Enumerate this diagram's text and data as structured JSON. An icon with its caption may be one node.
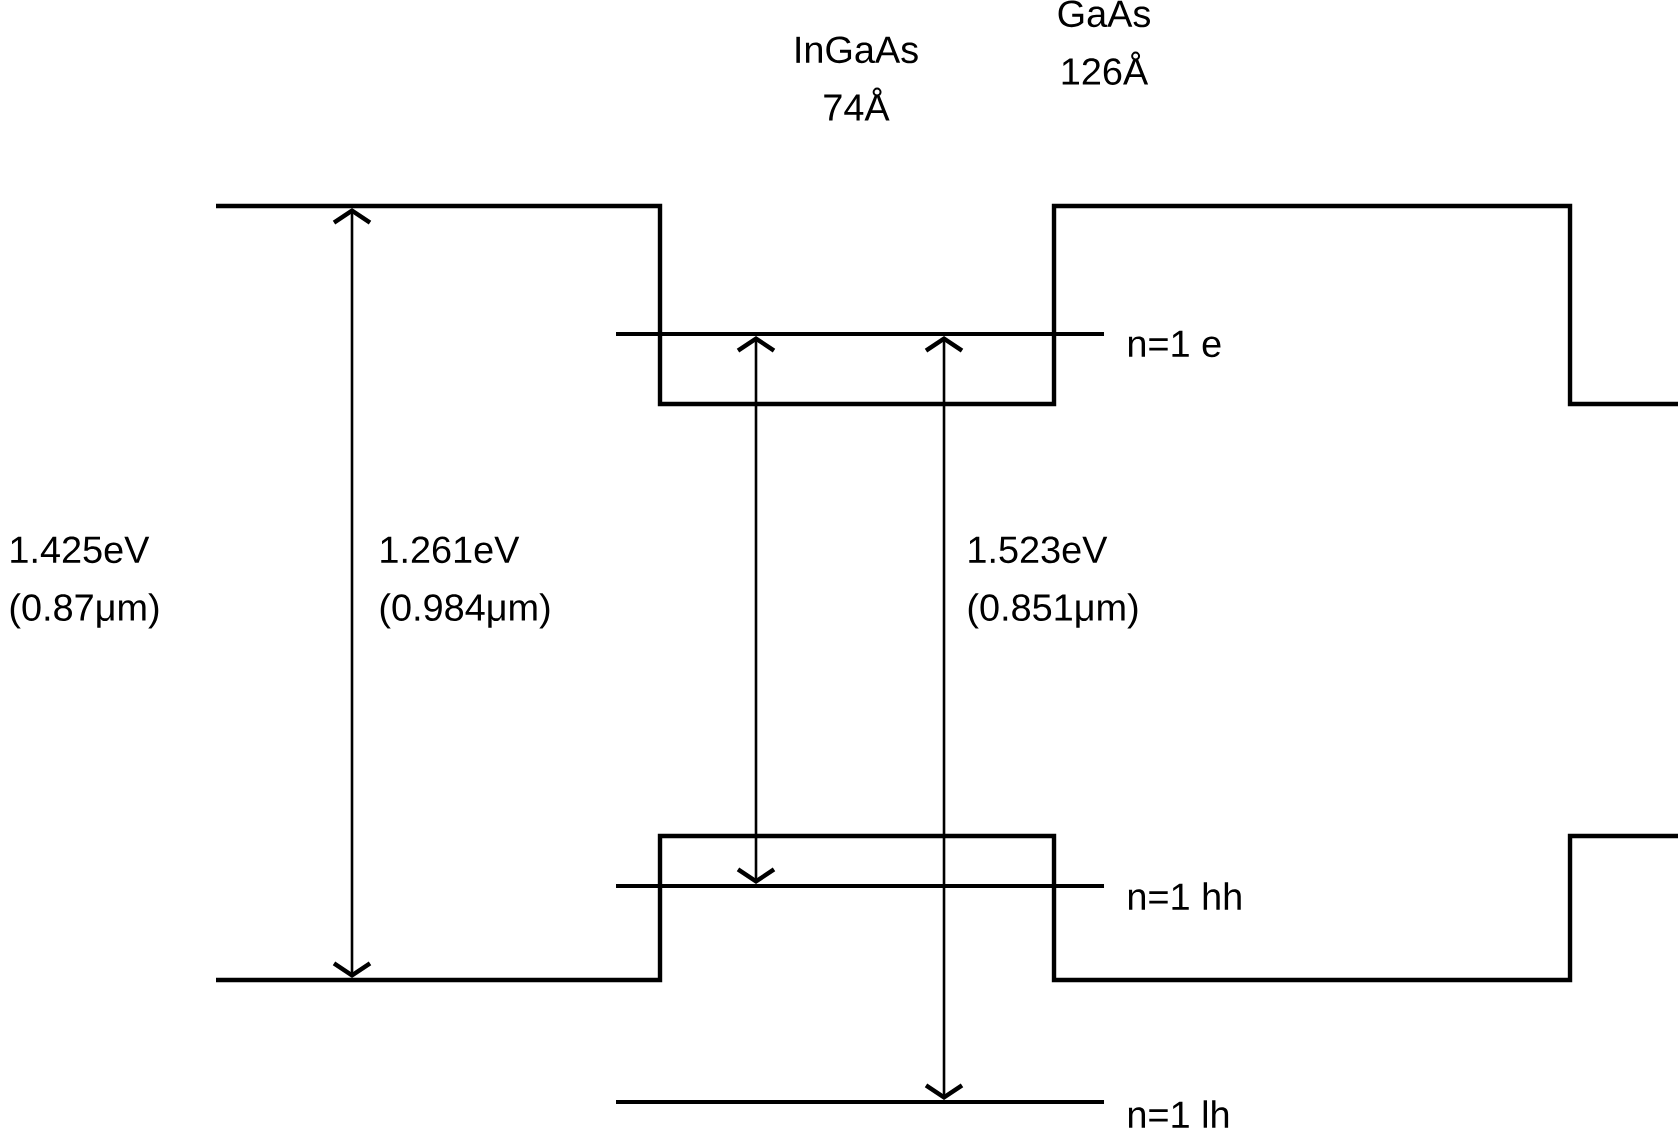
{
  "diagram": {
    "labels": [
      "InGaAs 74Å",
      "GaAs 126Å",
      "n=1 e",
      "1.425eV (0.87μm)",
      "1.261eV (0.984μm)",
      "1.523eV (0.851μm)",
      "n=1 hh",
      "n=1 lh"
    ]
  }
}
